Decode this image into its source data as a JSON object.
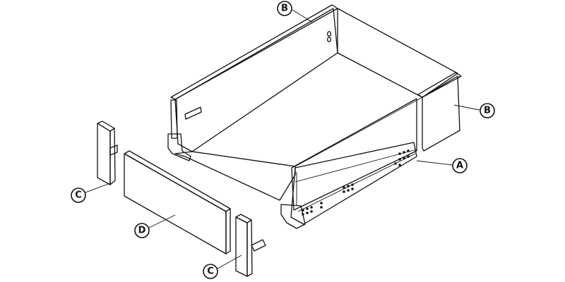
{
  "callouts": {
    "b_top": "B",
    "b_right": "B",
    "a": "A",
    "c_left": "C",
    "d": "D",
    "c_bottom": "C"
  }
}
